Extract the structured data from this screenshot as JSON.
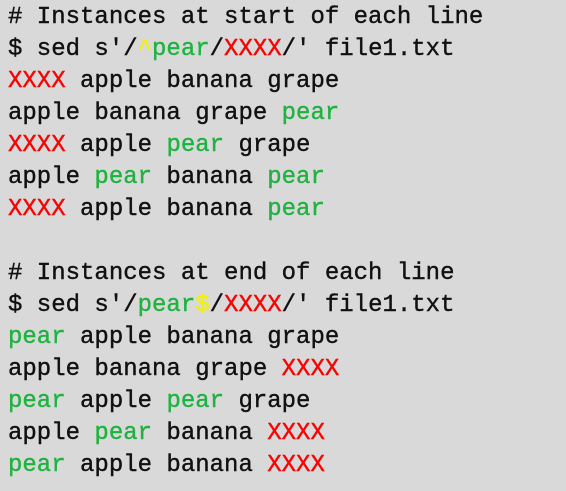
{
  "colors": {
    "background": "#d9d9d9",
    "default": "#111111",
    "red": "#ff0000",
    "green": "#1fb341",
    "yellow": "#f2f200"
  },
  "lines": [
    {
      "segments": [
        {
          "text": "# Instances at start of each line",
          "color": "default"
        }
      ]
    },
    {
      "segments": [
        {
          "text": "$ sed s'/",
          "color": "default"
        },
        {
          "text": "^",
          "color": "yellow"
        },
        {
          "text": "pear",
          "color": "green"
        },
        {
          "text": "/",
          "color": "default"
        },
        {
          "text": "XXXX",
          "color": "red"
        },
        {
          "text": "/' file1.txt",
          "color": "default"
        }
      ]
    },
    {
      "segments": [
        {
          "text": "XXXX",
          "color": "red"
        },
        {
          "text": " apple banana grape",
          "color": "default"
        }
      ]
    },
    {
      "segments": [
        {
          "text": "apple banana grape ",
          "color": "default"
        },
        {
          "text": "pear",
          "color": "green"
        }
      ]
    },
    {
      "segments": [
        {
          "text": "XXXX",
          "color": "red"
        },
        {
          "text": " apple ",
          "color": "default"
        },
        {
          "text": "pear",
          "color": "green"
        },
        {
          "text": " grape",
          "color": "default"
        }
      ]
    },
    {
      "segments": [
        {
          "text": "apple ",
          "color": "default"
        },
        {
          "text": "pear",
          "color": "green"
        },
        {
          "text": " banana ",
          "color": "default"
        },
        {
          "text": "pear",
          "color": "green"
        }
      ]
    },
    {
      "segments": [
        {
          "text": "XXXX",
          "color": "red"
        },
        {
          "text": " apple banana ",
          "color": "default"
        },
        {
          "text": "pear",
          "color": "green"
        }
      ]
    },
    {
      "segments": []
    },
    {
      "segments": [
        {
          "text": "# Instances at end of each line",
          "color": "default"
        }
      ]
    },
    {
      "segments": [
        {
          "text": "$ sed s'/",
          "color": "default"
        },
        {
          "text": "pear",
          "color": "green"
        },
        {
          "text": "$",
          "color": "yellow"
        },
        {
          "text": "/",
          "color": "default"
        },
        {
          "text": "XXXX",
          "color": "red"
        },
        {
          "text": "/' file1.txt",
          "color": "default"
        }
      ]
    },
    {
      "segments": [
        {
          "text": "pear",
          "color": "green"
        },
        {
          "text": " apple banana grape",
          "color": "default"
        }
      ]
    },
    {
      "segments": [
        {
          "text": "apple banana grape ",
          "color": "default"
        },
        {
          "text": "XXXX",
          "color": "red"
        }
      ]
    },
    {
      "segments": [
        {
          "text": "pear",
          "color": "green"
        },
        {
          "text": " apple ",
          "color": "default"
        },
        {
          "text": "pear",
          "color": "green"
        },
        {
          "text": " grape",
          "color": "default"
        }
      ]
    },
    {
      "segments": [
        {
          "text": "apple ",
          "color": "default"
        },
        {
          "text": "pear",
          "color": "green"
        },
        {
          "text": " banana ",
          "color": "default"
        },
        {
          "text": "XXXX",
          "color": "red"
        }
      ]
    },
    {
      "segments": [
        {
          "text": "pear",
          "color": "green"
        },
        {
          "text": " apple banana ",
          "color": "default"
        },
        {
          "text": "XXXX",
          "color": "red"
        }
      ]
    }
  ]
}
